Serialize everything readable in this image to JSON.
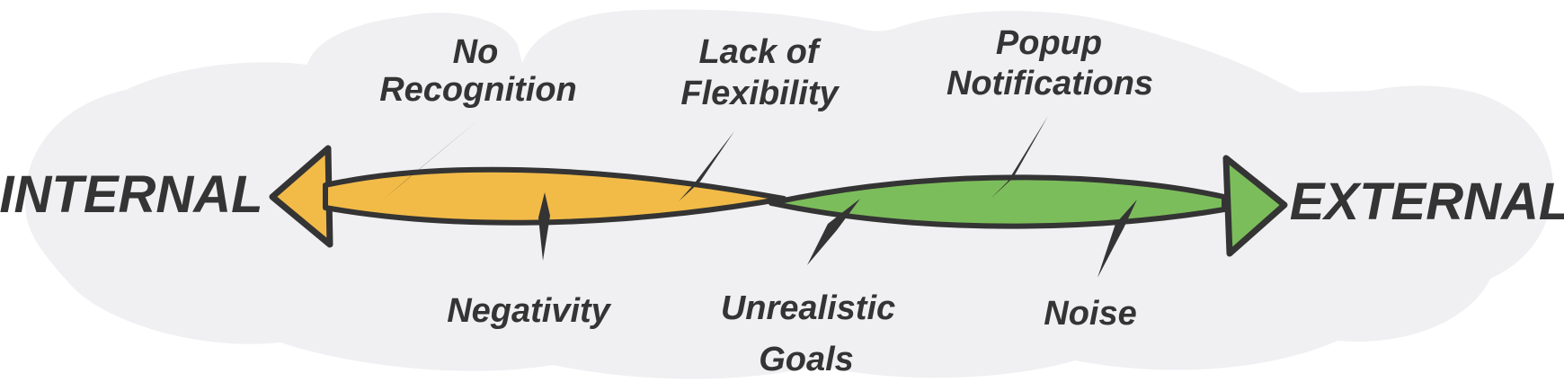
{
  "colors": {
    "ink": "#343434",
    "internal_fill": "#F2BB48",
    "external_fill": "#7CBD5B",
    "cloud": "#F0F0F3"
  },
  "axis": {
    "internal": {
      "label": "INTERNAL",
      "direction": "left",
      "color": "#F2BB48"
    },
    "external": {
      "label": "EXTERNAL",
      "direction": "right",
      "color": "#7CBD5B"
    }
  },
  "callouts": [
    {
      "text": "No Recognition",
      "lines": [
        "No",
        "Recognition"
      ],
      "side": "internal",
      "position": "above"
    },
    {
      "text": "Lack of Flexibility",
      "lines": [
        "Lack of",
        "Flexibility"
      ],
      "side": "internal",
      "position": "above"
    },
    {
      "text": "Popup Notifications",
      "lines": [
        "Popup",
        "Notifications"
      ],
      "side": "external",
      "position": "above"
    },
    {
      "text": "Negativity",
      "lines": [
        "Negativity"
      ],
      "side": "internal",
      "position": "below"
    },
    {
      "text": "Unrealistic Goals",
      "lines": [
        "Unrealistic",
        "Goals"
      ],
      "side": "external",
      "position": "below"
    },
    {
      "text": "Noise",
      "lines": [
        "Noise"
      ],
      "side": "external",
      "position": "below"
    }
  ]
}
